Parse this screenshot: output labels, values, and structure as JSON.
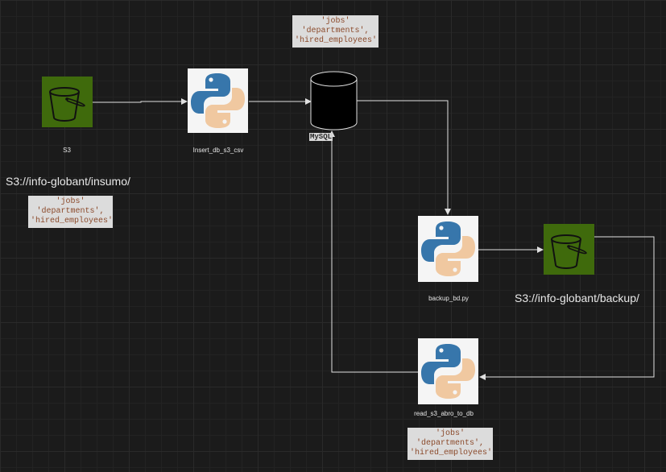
{
  "nodes": {
    "s3_input": {
      "label": "S3",
      "path": "S3://info-globant/insumo/"
    },
    "insert_script": {
      "label": "Insert_db_s3_csv"
    },
    "mysql": {
      "label": "MySQL"
    },
    "backup_script": {
      "label": "backup_bd.py"
    },
    "s3_backup": {
      "path": "S3://info-globant/backup/"
    },
    "read_script": {
      "label": "read_s3_abro_to_db"
    }
  },
  "tables_note": {
    "line1": "'jobs'",
    "line2": "'departments',",
    "line3": "'hired_employees'"
  },
  "colors": {
    "s3": "#3f6a0c",
    "arrow": "#e0e0e0",
    "python_blue": "#3776ab",
    "python_yellow": "#f0c8a0"
  },
  "icons": {
    "s3": "bucket-icon",
    "python": "python-logo-icon",
    "mysql": "database-cylinder-icon"
  }
}
